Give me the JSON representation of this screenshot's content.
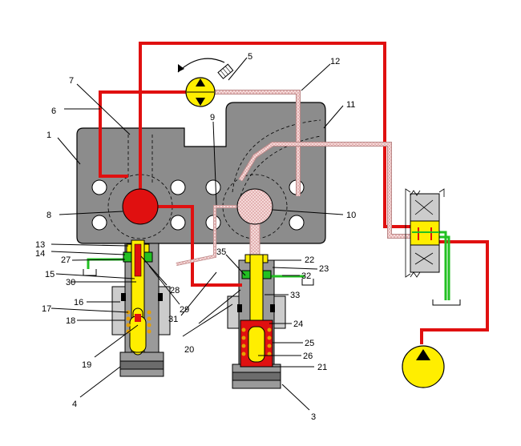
{
  "colors": {
    "pressure_red": "#e01010",
    "pilot_pink": "#f4d4d4",
    "return_green": "#22c022",
    "yellow": "#ffee00",
    "body_gray": "#8c8c8c",
    "outline": "#000000"
  },
  "labels": [
    {
      "id": "1",
      "text": "1"
    },
    {
      "id": "3",
      "text": "3"
    },
    {
      "id": "4",
      "text": "4"
    },
    {
      "id": "5",
      "text": "5"
    },
    {
      "id": "6",
      "text": "6"
    },
    {
      "id": "7",
      "text": "7"
    },
    {
      "id": "8",
      "text": "8"
    },
    {
      "id": "9",
      "text": "9"
    },
    {
      "id": "10",
      "text": "10"
    },
    {
      "id": "11",
      "text": "11"
    },
    {
      "id": "12",
      "text": "12"
    },
    {
      "id": "13",
      "text": "13"
    },
    {
      "id": "14",
      "text": "14"
    },
    {
      "id": "15",
      "text": "15"
    },
    {
      "id": "16",
      "text": "16"
    },
    {
      "id": "17",
      "text": "17"
    },
    {
      "id": "18",
      "text": "18"
    },
    {
      "id": "19",
      "text": "19"
    },
    {
      "id": "20",
      "text": "20"
    },
    {
      "id": "21",
      "text": "21"
    },
    {
      "id": "22",
      "text": "22"
    },
    {
      "id": "23",
      "text": "23"
    },
    {
      "id": "24",
      "text": "24"
    },
    {
      "id": "25",
      "text": "25"
    },
    {
      "id": "26",
      "text": "26"
    },
    {
      "id": "27",
      "text": "27"
    },
    {
      "id": "28",
      "text": "28"
    },
    {
      "id": "29",
      "text": "29"
    },
    {
      "id": "30",
      "text": "30"
    },
    {
      "id": "31",
      "text": "31"
    },
    {
      "id": "32",
      "text": "32"
    },
    {
      "id": "33",
      "text": "33"
    },
    {
      "id": "35",
      "text": "35"
    }
  ]
}
